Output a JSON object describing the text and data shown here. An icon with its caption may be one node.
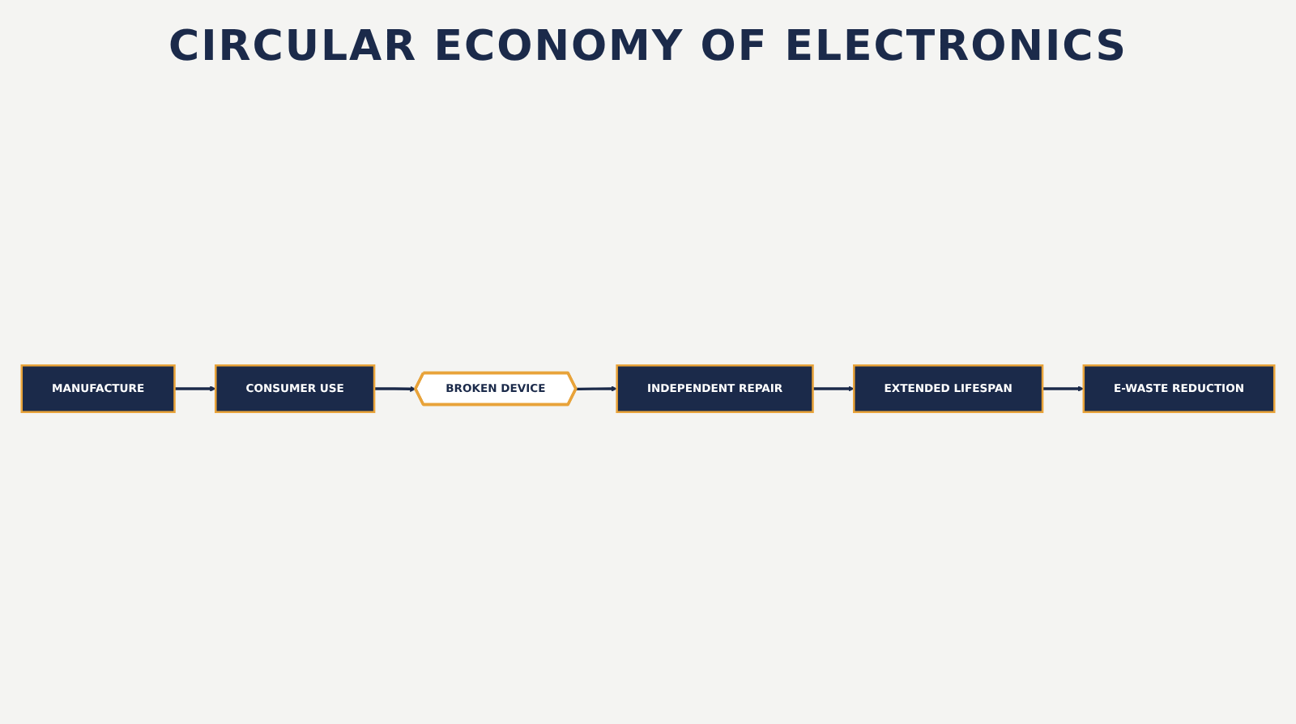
{
  "diagram": {
    "title": "CIRCULAR ECONOMY OF ELECTRONICS",
    "nodes": [
      {
        "text": [
          "MANUFACTURE"
        ]
      },
      {
        "text": [
          "CONSUMER USE"
        ]
      },
      {
        "text": [
          "EXTENDED LIFESPAN"
        ]
      },
      {
        "text": [
          "E-WASTE REDUCTION"
        ]
      },
      {
        "text": [
          "BROKEN DEVICE"
        ]
      },
      {
        "text": [
          "INDEPENDENT REPAIR"
        ]
      }
    ],
    "edges": [
      {
        "from": 0,
        "to": 1,
        "arrow": "to"
      },
      {
        "from": 1,
        "to": 4,
        "arrow": "to"
      },
      {
        "from": 4,
        "to": 5,
        "arrow": "to"
      },
      {
        "from": 5,
        "to": 2,
        "arrow": "to"
      },
      {
        "from": 2,
        "to": 3,
        "arrow": "to"
      }
    ]
  }
}
